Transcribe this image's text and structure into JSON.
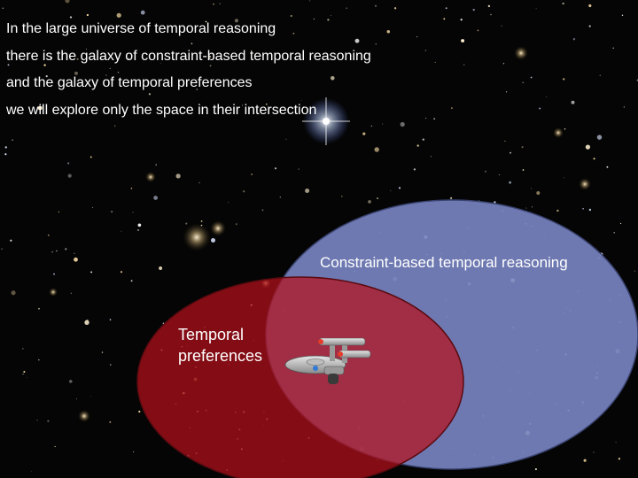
{
  "captions": [
    "In the large universe of temporal reasoning",
    "there is the galaxy of constraint-based temporal reasoning",
    "and the galaxy of temporal preferences",
    "we will explore only the space in their intersection"
  ],
  "sets": {
    "constraint_label": "Constraint-based temporal reasoning",
    "preferences_label_line1": "Temporal",
    "preferences_label_line2": "preferences"
  },
  "colors": {
    "background": "#050505",
    "constraint_fill": "#7a86c4",
    "preferences_fill": "#b5101c",
    "text": "#ffffff"
  },
  "icons": {
    "starfield": "galaxy-starfield-image",
    "spaceship": "starship-enterprise-icon"
  }
}
